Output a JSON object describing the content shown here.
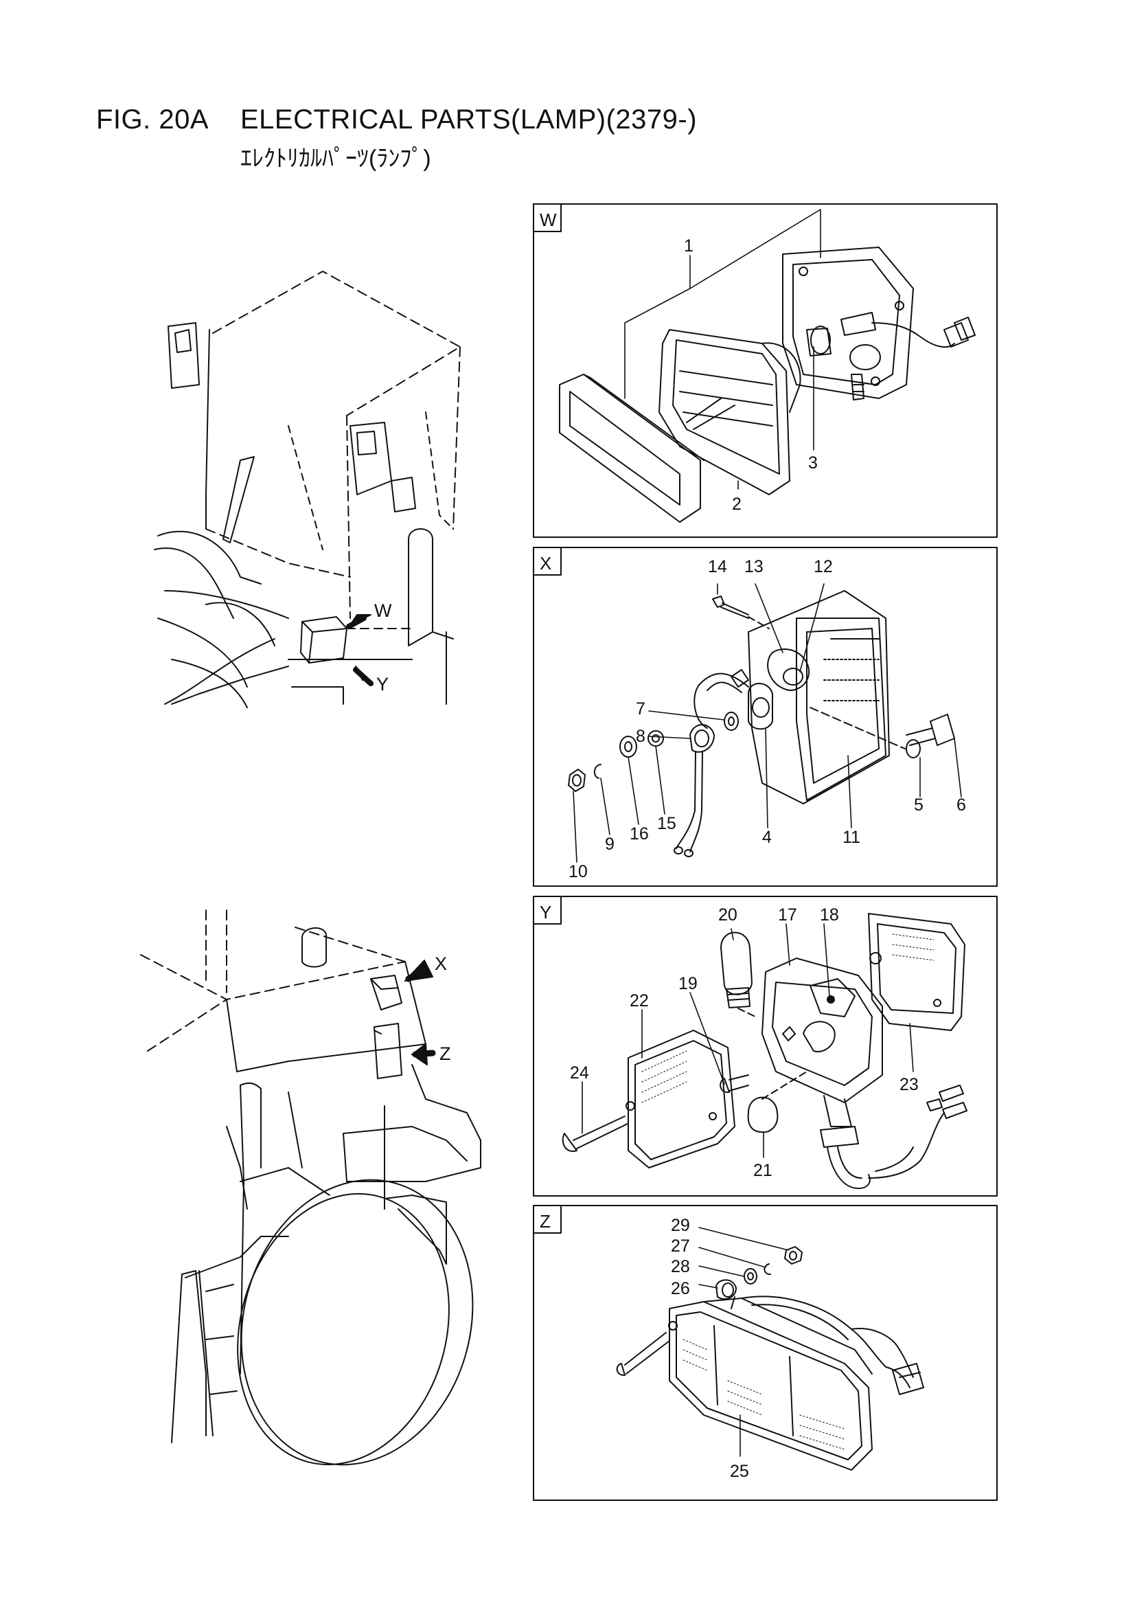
{
  "figure": {
    "number": "FIG. 20A",
    "title": "ELECTRICAL PARTS(LAMP)(2379-)",
    "subtitle_jp": "ｴﾚｸﾄﾘｶﾙﾊﾟｰﾂ(ﾗﾝﾌﾟ)"
  },
  "overview_arrows": [
    "W",
    "Y",
    "X",
    "Z"
  ],
  "panels": [
    {
      "id": "W",
      "label": "W",
      "callouts": [
        "1",
        "2",
        "3"
      ]
    },
    {
      "id": "X",
      "label": "X",
      "callouts": [
        "14",
        "13",
        "12",
        "7",
        "8",
        "5",
        "6",
        "10",
        "9",
        "16",
        "15",
        "4",
        "11"
      ]
    },
    {
      "id": "Y",
      "label": "Y",
      "callouts": [
        "20",
        "17",
        "18",
        "22",
        "19",
        "24",
        "23",
        "21"
      ]
    },
    {
      "id": "Z",
      "label": "Z",
      "callouts": [
        "29",
        "27",
        "28",
        "26",
        "25"
      ]
    }
  ],
  "style": {
    "line_color": "#111111",
    "background": "#ffffff"
  }
}
